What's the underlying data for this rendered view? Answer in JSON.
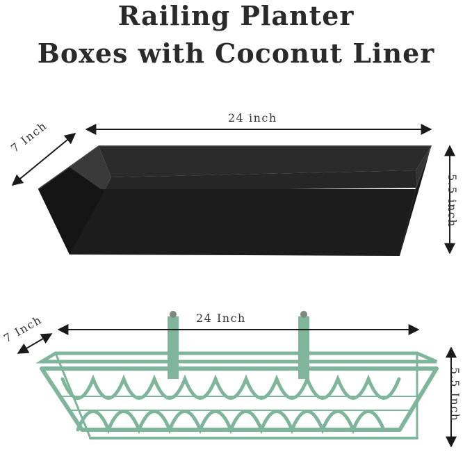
{
  "title": {
    "line1": "Railing Planter",
    "line2": "Boxes with Coconut Liner"
  },
  "liner": {
    "length_label": "24 inch",
    "width_label": "7 Inch",
    "height_label": "5.5 inch",
    "color": "#1f1f1f"
  },
  "planter": {
    "length_label": "24 Inch",
    "width_label": "7 Inch",
    "height_label": "5.5 Inch",
    "color": "#7fb59a"
  },
  "colors": {
    "text": "#2a2a2a",
    "arrow": "#1a1a1a"
  }
}
